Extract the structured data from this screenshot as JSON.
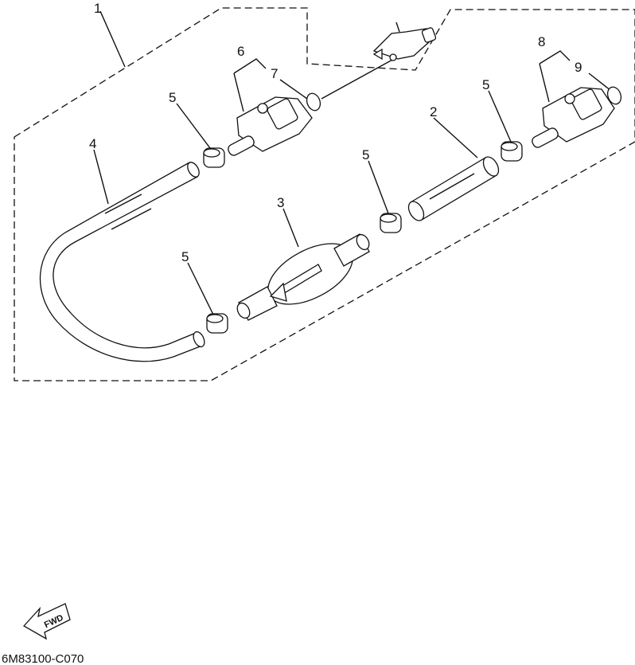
{
  "callouts": {
    "c1": "1",
    "c2": "2",
    "c3": "3",
    "c4": "4",
    "c5a": "5",
    "c5b": "5",
    "c5c": "5",
    "c5d": "5",
    "c6": "6",
    "c7": "7",
    "c8": "8",
    "c9": "9"
  },
  "fwd_label": "FWD",
  "drawing_code": "6M83100-C070"
}
